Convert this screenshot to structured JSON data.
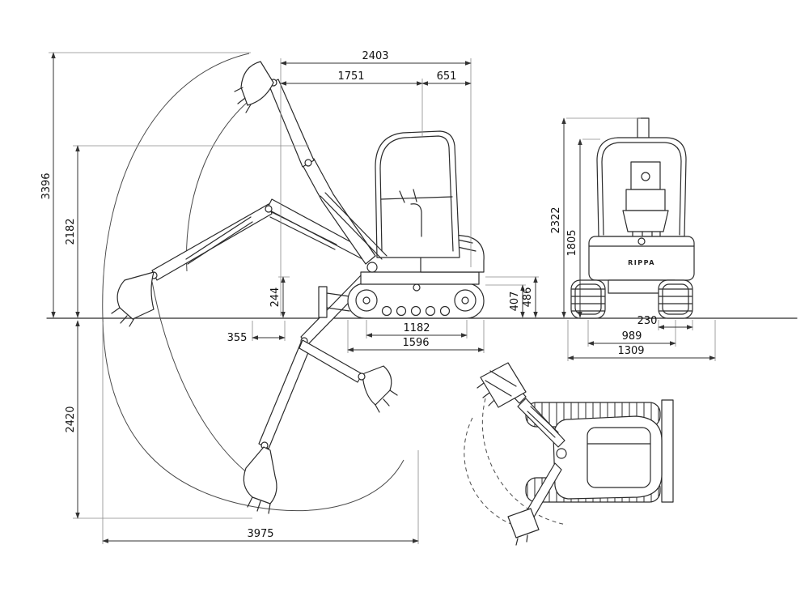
{
  "brand": {
    "name": "RIPPA"
  },
  "dims": {
    "d2403": "2403",
    "d1751": "1751",
    "d651": "651",
    "d3396": "3396",
    "d2182": "2182",
    "d244": "244",
    "d355": "355",
    "d2420": "2420",
    "d3975": "3975",
    "d1182": "1182",
    "d1596": "1596",
    "d407": "407",
    "d486": "486",
    "d2322": "2322",
    "d1805": "1805",
    "d230": "230",
    "d989": "989",
    "d1309": "1309"
  }
}
